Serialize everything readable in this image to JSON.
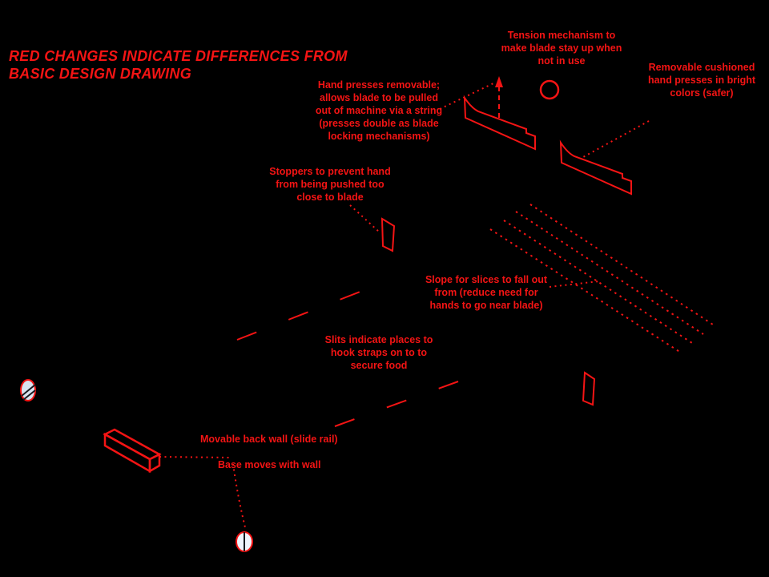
{
  "colors": {
    "red": "#f41414",
    "knob-fill": "#d9e3ef",
    "circle-fill": "#eef3fb",
    "stripe": "#171a1f"
  },
  "title": {
    "text": "RED CHANGES INDICATE DIFFERENCES FROM\nBASIC DESIGN DRAWING"
  },
  "annotations": {
    "tension": {
      "text": "Tension mechanism to\nmake blade stay up when\nnot in use"
    },
    "removable": {
      "text": "Removable cushioned\nhand presses in bright\ncolors (safer)"
    },
    "hand_presses": {
      "text": "Hand presses removable;\nallows blade to be pulled\nout of machine via a string\n(presses double as blade\nlocking mechanisms)"
    },
    "stoppers": {
      "text": "Stoppers to prevent hand\nfrom being pushed too\nclose to blade"
    },
    "slope": {
      "text": "Slope for slices to fall out\nfrom (reduce need for\nhands to go near blade)"
    },
    "slits": {
      "text": "Slits indicate places to\nhook straps on to to\nsecure food"
    },
    "movable_wall": {
      "text": "Movable back wall (slide rail)"
    },
    "base_moves": {
      "text": "Base moves with wall"
    }
  }
}
